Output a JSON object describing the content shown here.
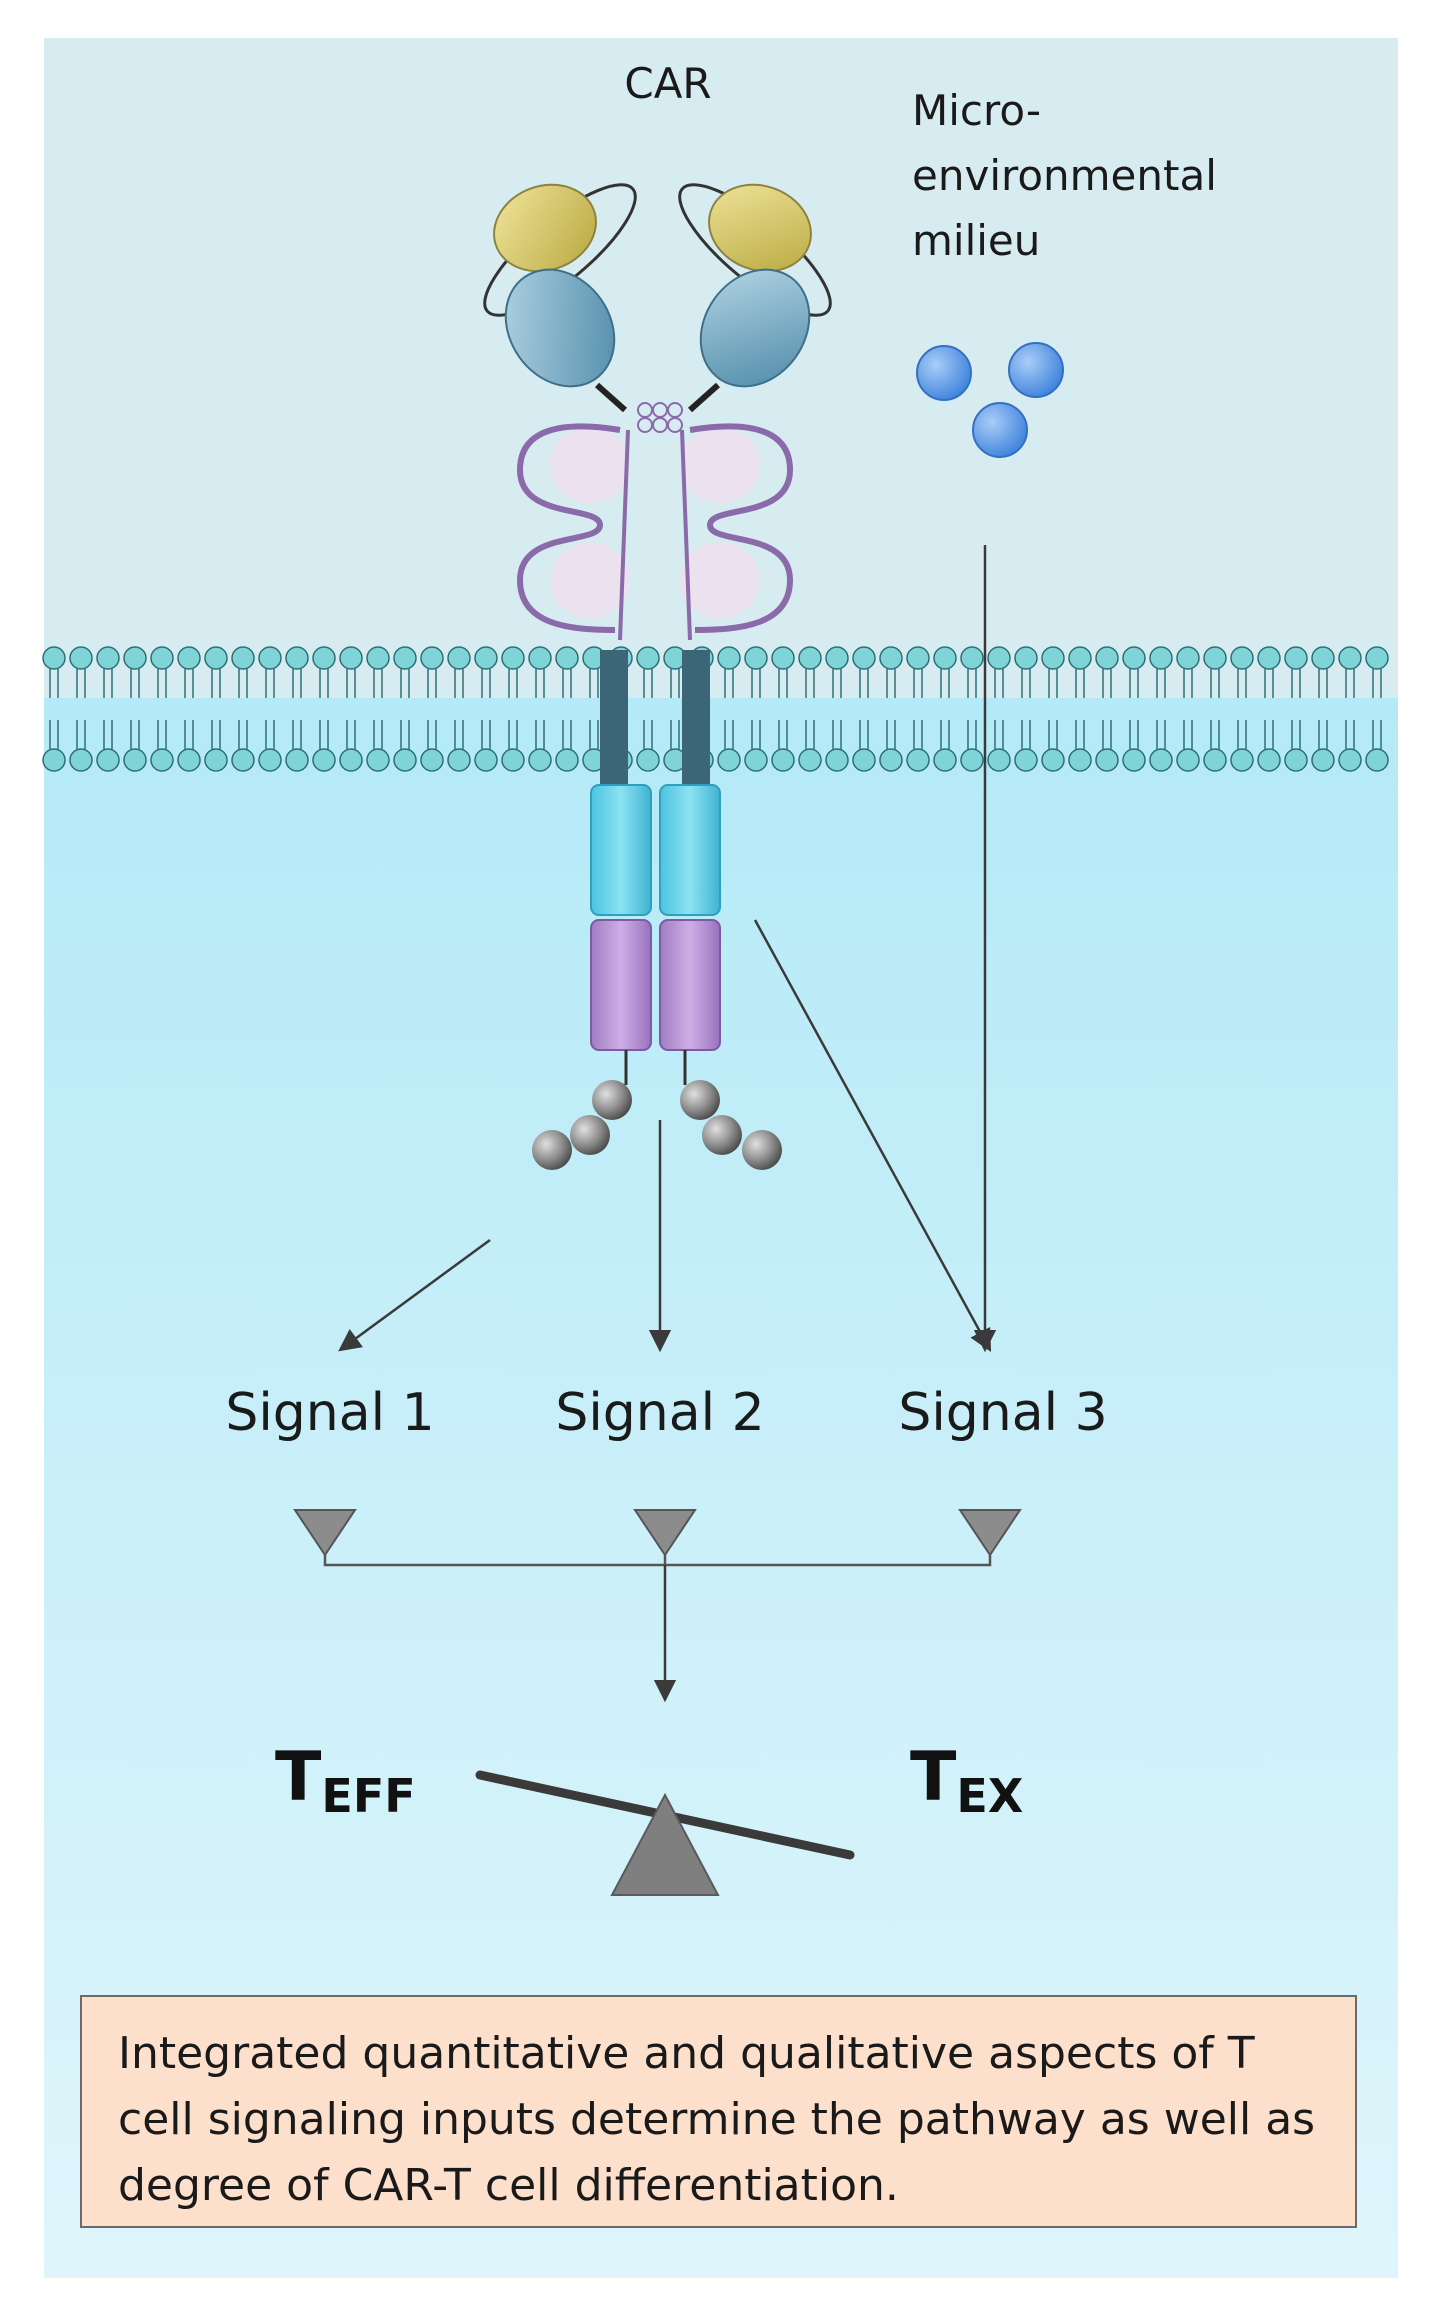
{
  "labels": {
    "car": "CAR",
    "milieu_line1": "Micro-",
    "milieu_line2": "environmental",
    "milieu_line3": "milieu",
    "signal_1": "Signal 1",
    "signal_2": "Signal 2",
    "signal_3": "Signal 3",
    "teff_main": "T",
    "teff_sub": "EFF",
    "tex_main": "T",
    "tex_sub": "EX"
  },
  "caption": "Integrated quantitative and qualitative aspects of T cell signaling inputs determine the pathway as well as degree of CAR-T cell differentiation.",
  "colors": {
    "extracellular": "#d7ecf1",
    "intracellular_top": "#b4eaf7",
    "intracellular_bottom": "#dff5fb",
    "lipid_head": "#7fd4d8",
    "scfv_heavy": "#d9c865",
    "scfv_light": "#6ea8c2",
    "hinge": "#e7d9ea",
    "hinge_outline": "#8a6aa8",
    "transmembrane": "#3c6577",
    "costim_domain": "#5ecfe8",
    "cd3z_domain": "#b78bd3",
    "itam_beads": "#7a7a7a",
    "cytokine": "#5b9be6",
    "caption_bg": "#fde0cc"
  }
}
